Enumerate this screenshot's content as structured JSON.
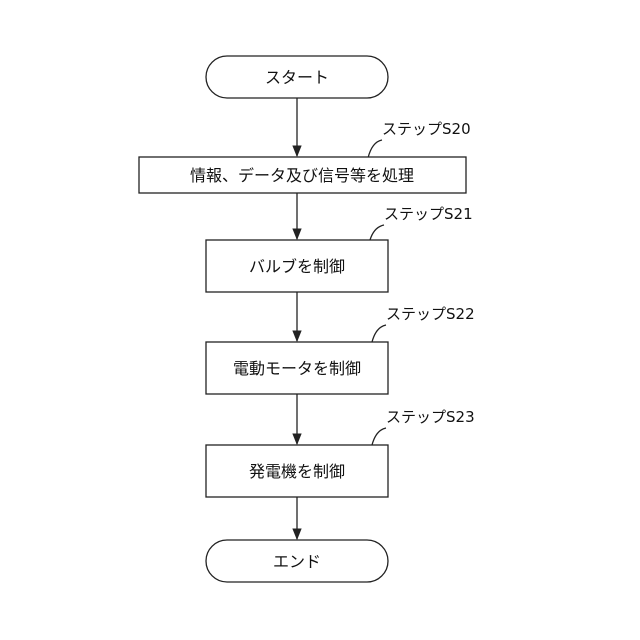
{
  "flowchart": {
    "start": {
      "label": "スタート"
    },
    "steps": [
      {
        "id": "S20",
        "step_label": "ステップS20",
        "text": "情報、データ及び信号等を処理"
      },
      {
        "id": "S21",
        "step_label": "ステップS21",
        "text": "バルブを制御"
      },
      {
        "id": "S22",
        "step_label": "ステップS22",
        "text": "電動モータを制御"
      },
      {
        "id": "S23",
        "step_label": "ステップS23",
        "text": "発電機を制御"
      }
    ],
    "end": {
      "label": "エンド"
    }
  },
  "colors": {
    "stroke": "#222222",
    "fill": "#ffffff",
    "text": "#111111"
  }
}
